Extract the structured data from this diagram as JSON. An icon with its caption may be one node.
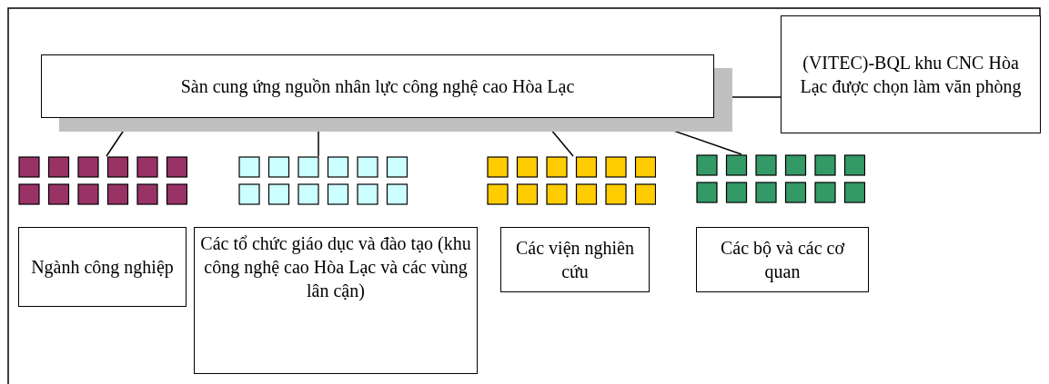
{
  "diagram": {
    "nodes": [
      {
        "text": [
          "Sàn cung ứng nguồn nhân lực công nghệ cao Hòa Lạc"
        ]
      },
      {
        "text": [
          "(VITEC)-BQL khu CNC Hòa Lạc được chọn làm văn phòng"
        ]
      },
      {
        "text": [],
        "shape": "box"
      },
      {
        "text": [],
        "shape": "box"
      },
      {
        "text": [],
        "shape": "box"
      },
      {
        "text": [],
        "shape": "box"
      },
      {
        "text": [
          "Ngành công nghiệp"
        ]
      },
      {
        "text": [
          "Các tổ chức giáo dục và đào tạo (khu công nghệ cao Hòa Lạc và các vùng lân cận)"
        ]
      },
      {
        "text": [
          "Các viện nghiên cứu"
        ]
      },
      {
        "text": [
          "Các bộ và các cơ quan"
        ]
      }
    ],
    "edges": [
      {
        "from": 1,
        "to": 0,
        "arrow": "none"
      },
      {
        "from": 0,
        "to": 2,
        "arrow": "none"
      },
      {
        "from": 0,
        "to": 3,
        "arrow": "none"
      },
      {
        "from": 0,
        "to": 4,
        "arrow": "none"
      },
      {
        "from": 0,
        "to": 5,
        "arrow": "none"
      }
    ]
  }
}
